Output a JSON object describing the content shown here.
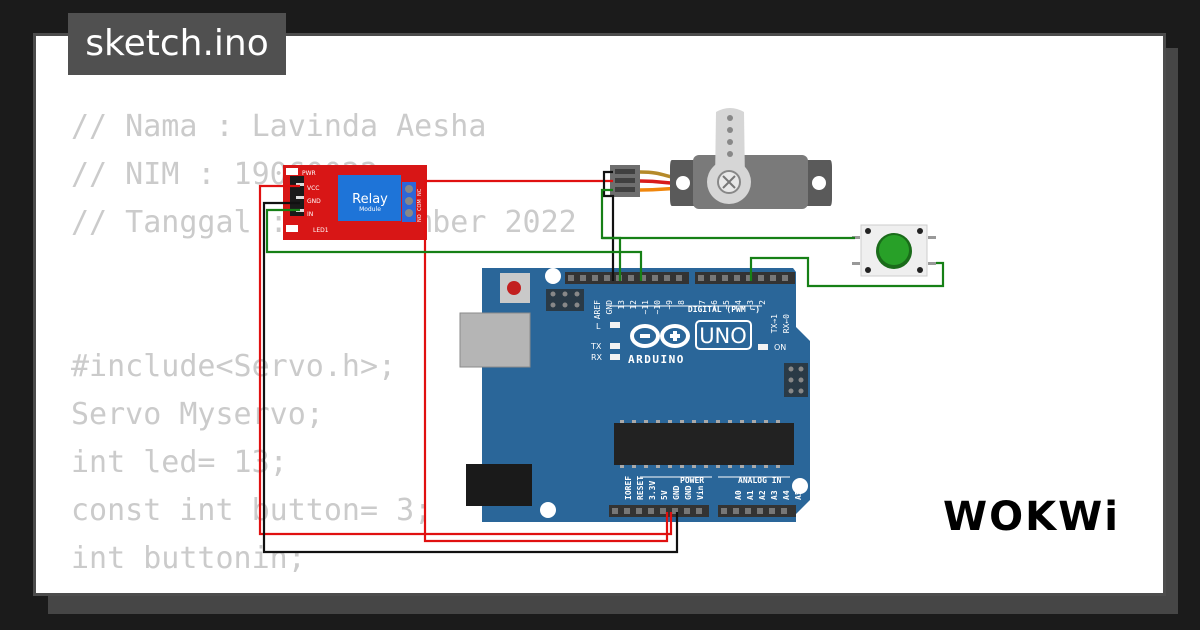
{
  "header": {
    "filename": "sketch.ino"
  },
  "code": {
    "lines": [
      "// Nama : Lavinda Aesha",
      "// NIM : 19060022",
      "// Tanggal : 1 Desember 2022",
      "",
      "",
      "#include<Servo.h>;",
      "Servo Myservo;",
      "int led= 13;",
      "const int button= 3;",
      "int buttonin;"
    ]
  },
  "relay": {
    "title": "Relay",
    "subtitle": "Module",
    "pins": [
      "VCC",
      "GND",
      "IN"
    ],
    "led_pwr": "PWR",
    "led_led1": "LED1",
    "terminals": [
      "NO",
      "COM",
      "NC"
    ]
  },
  "arduino": {
    "brand": "ARDUINO",
    "model": "UNO",
    "digital_label": "DIGITAL (PWM ~)",
    "top_pins": [
      "AREF",
      "GND",
      "13",
      "12",
      "~11",
      "~10",
      "~9",
      "8",
      "7",
      "~6",
      "~5",
      "4",
      "~3",
      "2",
      "TX→1",
      "RX←0"
    ],
    "l_label": "L",
    "tx_label": "TX",
    "rx_label": "RX",
    "on_label": "ON",
    "power_label": "POWER",
    "analog_label": "ANALOG IN",
    "power_pins": [
      "IOREF",
      "RESET",
      "3.3V",
      "5V",
      "GND",
      "GND",
      "Vin"
    ],
    "analog_pins": [
      "A0",
      "A1",
      "A2",
      "A3",
      "A4",
      "A5"
    ]
  },
  "colors": {
    "wire_red": "#e01010",
    "wire_black": "#111111",
    "wire_green": "#168016",
    "board_blue": "#2a6699",
    "relay_red": "#d81616"
  },
  "logo": {
    "text": "WOKWi"
  }
}
